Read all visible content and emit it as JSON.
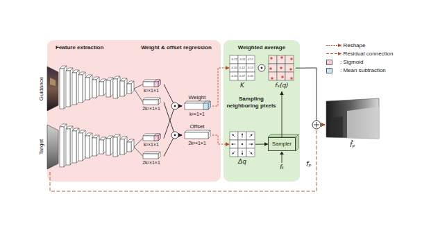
{
  "diagram": {
    "nodes": [
      {
        "text": [
          "Feature extraction",
          "Weight & offset regression"
        ]
      },
      {
        "text": [
          "Guidance"
        ],
        "in": 0
      },
      {
        "text": [
          "Target"
        ],
        "in": 0
      },
      {
        "text": [
          "k²×1×1"
        ],
        "in": 0
      },
      {
        "text": [
          "2k²×1×1"
        ],
        "in": 0
      },
      {
        "text": [
          "k²×1×1"
        ],
        "in": 0
      },
      {
        "text": [
          "2k²×1×1"
        ],
        "in": 0
      },
      {
        "text": [
          "Weight",
          "k²×1×1"
        ],
        "in": 0
      },
      {
        "text": [
          "Offset",
          "2k²×1×1"
        ],
        "in": 0
      },
      {
        "text": [
          "Weighted average",
          "Sampling neighboring pixels"
        ]
      },
      {
        "text": [
          "K"
        ],
        "in": 9
      },
      {
        "text": [
          "fₛ(q)"
        ],
        "in": 9
      },
      {
        "text": [
          "Δq"
        ],
        "in": 9
      },
      {
        "text": [
          "Sampler"
        ],
        "in": 9
      },
      {
        "text": [
          "f̂ₚ"
        ]
      }
    ],
    "edges": [
      {
        "from": 3,
        "to": 7,
        "arrow": "to"
      },
      {
        "from": 5,
        "to": 7,
        "arrow": "to"
      },
      {
        "from": 4,
        "to": 8,
        "arrow": "to"
      },
      {
        "from": 6,
        "to": 8,
        "arrow": "to"
      },
      {
        "from": 7,
        "to": 10,
        "arrow": "to"
      },
      {
        "from": 8,
        "to": 12,
        "arrow": "to"
      },
      {
        "from": 12,
        "to": 13,
        "arrow": "to"
      },
      {
        "from": 13,
        "to": 11,
        "arrow": "to"
      },
      {
        "from": 11,
        "to": 14,
        "arrow": "to"
      },
      {
        "from": 2,
        "to": 14,
        "label": "fₚ",
        "arrow": "to"
      }
    ],
    "labels": [
      "-0.12",
      "-0.12",
      "0.17",
      "-0.10",
      "0.12",
      "0.13",
      "-0.10",
      "0.07",
      "0.05",
      "fₜ"
    ],
    "legend": [
      {
        "text": ": Reshape"
      },
      {
        "text": ": Residual connection"
      },
      {
        "text": ": Sigmoid",
        "color": "#f9c9de"
      },
      {
        "text": ": Mean subtraction",
        "color": "#c6e6f7"
      }
    ]
  }
}
